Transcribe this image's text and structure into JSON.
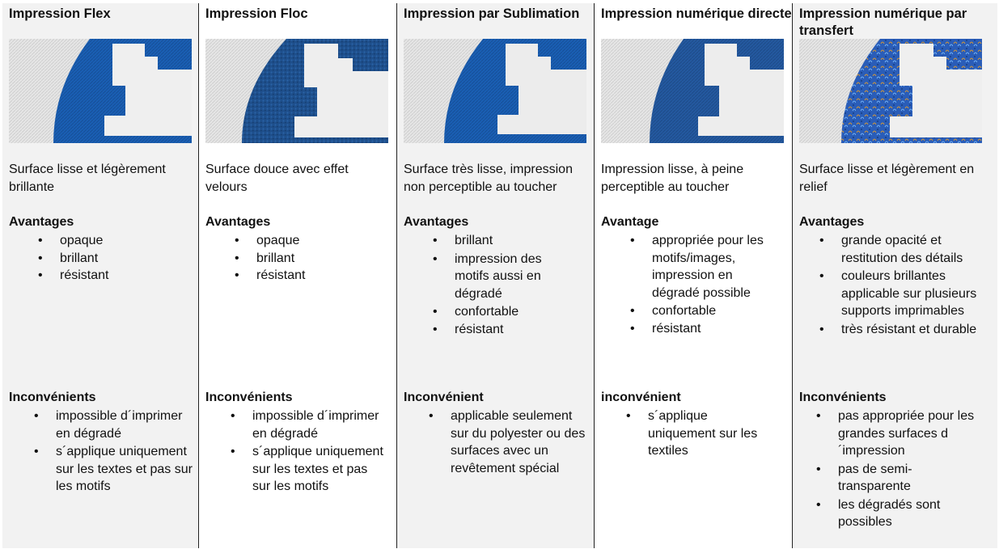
{
  "colors": {
    "shaded_bg": "#f2f2f2",
    "blue": "#1a5fb4",
    "border": "#222222"
  },
  "columns": [
    {
      "title": "Impression Flex",
      "description": "Surface lisse et légèrement brillante",
      "advantages_heading": "Avantages",
      "advantages": [
        "opaque",
        "brillant",
        "résistant"
      ],
      "drawbacks_heading": "Inconvénients",
      "drawbacks": [
        "impossible d´imprimer en dégradé",
        "s´applique uniquement sur les textes et pas sur les motifs"
      ]
    },
    {
      "title": "Impression Floc",
      "description": "Surface douce avec effet velours",
      "advantages_heading": "Avantages",
      "advantages": [
        "opaque",
        "brillant",
        "résistant"
      ],
      "drawbacks_heading": "Inconvénients",
      "drawbacks": [
        "impossible d´imprimer en dégradé",
        "s´applique uniquement sur les textes et pas sur les motifs"
      ]
    },
    {
      "title": "Impression par Sublimation",
      "description": "Surface très lisse, impression non perceptible au toucher",
      "advantages_heading": "Avantages",
      "advantages": [
        "brillant",
        "impression des motifs aussi en dégradé",
        "confortable",
        "résistant"
      ],
      "drawbacks_heading": "Inconvénient",
      "drawbacks": [
        "applicable seulement sur du polyester ou des surfaces avec un revêtement spécial"
      ]
    },
    {
      "title": "Impression numérique directe",
      "description": "Impression lisse, à peine perceptible au toucher",
      "advantages_heading": "Avantage",
      "advantages": [
        "appropriée pour les motifs/images, impression en dégradé possible",
        "confortable",
        "résistant"
      ],
      "drawbacks_heading": "inconvénient",
      "drawbacks": [
        "s´applique uniquement sur les textiles"
      ]
    },
    {
      "title": "Impression numérique par transfert",
      "description": "Surface lisse et légèrement en relief",
      "advantages_heading": "Avantages",
      "advantages": [
        "grande opacité et restitution des détails",
        "couleurs brillantes applicable sur plusieurs supports imprimables",
        "très résistant et durable"
      ],
      "drawbacks_heading": "Inconvénients",
      "drawbacks": [
        "pas appropriée pour les grandes surfaces d´impression",
        "pas de semi-transparente",
        "les dégradés sont possibles"
      ]
    }
  ]
}
